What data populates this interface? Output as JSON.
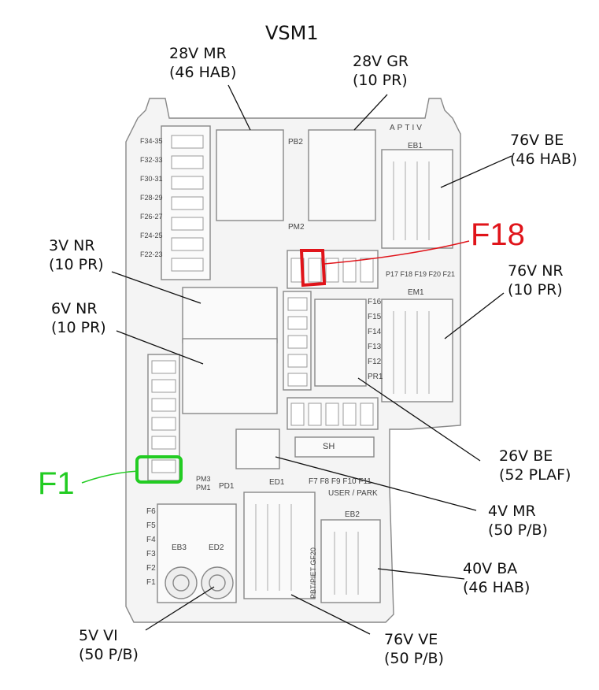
{
  "title": "VSM1",
  "highlight_red": "F18",
  "highlight_green": "F1",
  "brand": "APTIV",
  "labels": {
    "l28vmr": [
      "28V MR",
      "(46 HAB)"
    ],
    "l28vgr": [
      "28V GR",
      "(10 PR)"
    ],
    "l76vbe": [
      "76V BE",
      "(46 HAB)"
    ],
    "l76vnr": [
      "76V NR",
      "(10 PR)"
    ],
    "l3vnr": [
      "3V NR",
      "(10 PR)"
    ],
    "l6vnr": [
      "6V NR",
      "(10 PR)"
    ],
    "l26vbe": [
      "26V BE",
      "(52 PLAF)"
    ],
    "l4vmr": [
      "4V MR",
      "(50 P/B)"
    ],
    "l40vba": [
      "40V BA",
      "(46 HAB)"
    ],
    "l5vvi": [
      "5V VI",
      "(50 P/B)"
    ],
    "l76vve": [
      "76V VE",
      "(50 P/B)"
    ]
  },
  "fuse_rows_left": [
    "F34-35",
    "F32-33",
    "F30-31",
    "F28-29",
    "F26-27",
    "F24-25",
    "F22-23"
  ],
  "fuse_rows_mid": [
    "F16",
    "F15",
    "F14",
    "F13",
    "F12",
    "PR1"
  ],
  "fuse_row_top": "P17 F18 F19 F20 F21",
  "fuse_row_bottom": "F7  F8  F9  F10  F11",
  "user_park": "USER / PARK",
  "fuse_rows_lower_left": [
    "F6",
    "F5",
    "F4",
    "F3",
    "F2",
    "F1"
  ],
  "connector_codes": {
    "pb2": "PB2",
    "pm2": "PM2",
    "eb1": "EB1",
    "em1": "EM1",
    "pm3": "PM3",
    "pm1": "PM1",
    "pd1": "PD1",
    "ed1": "ED1",
    "eb2": "EB2",
    "eb3": "EB3",
    "ed2": "ED2",
    "sh": "SH",
    "pbt": "PBT/PIET GF20"
  }
}
